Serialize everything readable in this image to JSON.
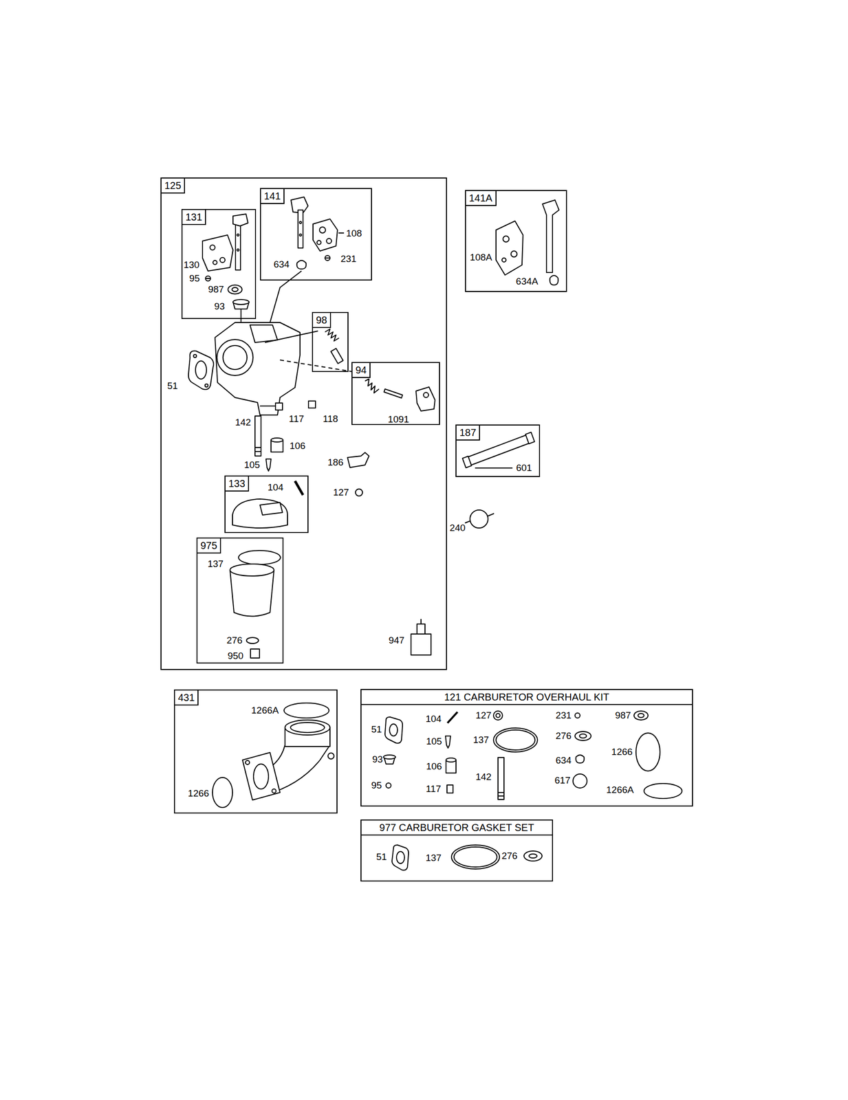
{
  "diagram": {
    "nodes": [
      {
        "text": [
          "125"
        ]
      },
      {
        "text": [
          "141"
        ],
        "in": 0
      },
      {
        "text": [
          "131"
        ],
        "in": 0
      },
      {
        "text": [
          "98"
        ],
        "in": 0
      },
      {
        "text": [
          "94"
        ],
        "in": 0
      },
      {
        "text": [
          "133"
        ],
        "in": 0
      },
      {
        "text": [
          "975"
        ],
        "in": 0
      },
      {
        "text": [
          "141A"
        ]
      },
      {
        "text": [
          "187"
        ]
      },
      {
        "text": [
          "431"
        ]
      },
      {
        "text": [
          "121 CARBURETOR OVERHAUL KIT"
        ]
      },
      {
        "text": [
          "977 CARBURETOR GASKET SET"
        ]
      }
    ],
    "labels": [
      "130",
      "95",
      "987",
      "93",
      "108",
      "634",
      "231",
      "51",
      "142",
      "117",
      "118",
      "1091",
      "106",
      "105",
      "186",
      "104",
      "127",
      "137",
      "276",
      "950",
      "947",
      "108A",
      "634A",
      "601",
      "240",
      "1266A",
      "1266",
      "51",
      "104",
      "127",
      "231",
      "987",
      "105",
      "137",
      "276",
      "1266",
      "93",
      "106",
      "634",
      "95",
      "117",
      "142",
      "617",
      "1266A",
      "51",
      "137",
      "276"
    ]
  }
}
